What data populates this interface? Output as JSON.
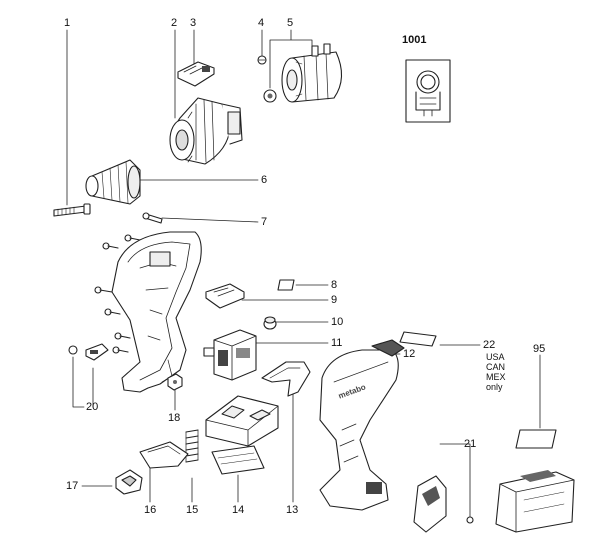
{
  "labels": {
    "l1": "1",
    "l2": "2",
    "l3": "3",
    "l4": "4",
    "l5": "5",
    "l1001": "1001",
    "l6": "6",
    "l7": "7",
    "l8": "8",
    "l9": "9",
    "l10": "10",
    "l11": "11",
    "l12": "12",
    "l13": "13",
    "l14": "14",
    "l15": "15",
    "l16": "16",
    "l17": "17",
    "l18": "18",
    "l20": "20",
    "l21": "21",
    "l22": "22",
    "l95": "95"
  },
  "regions": [
    "USA",
    "CAN",
    "MEX",
    "only"
  ],
  "brand_text": "metabo",
  "colors": {
    "line": "#222222",
    "part_fill": "#ffffff",
    "shade": "#bdbdbd",
    "dark": "#555555"
  }
}
